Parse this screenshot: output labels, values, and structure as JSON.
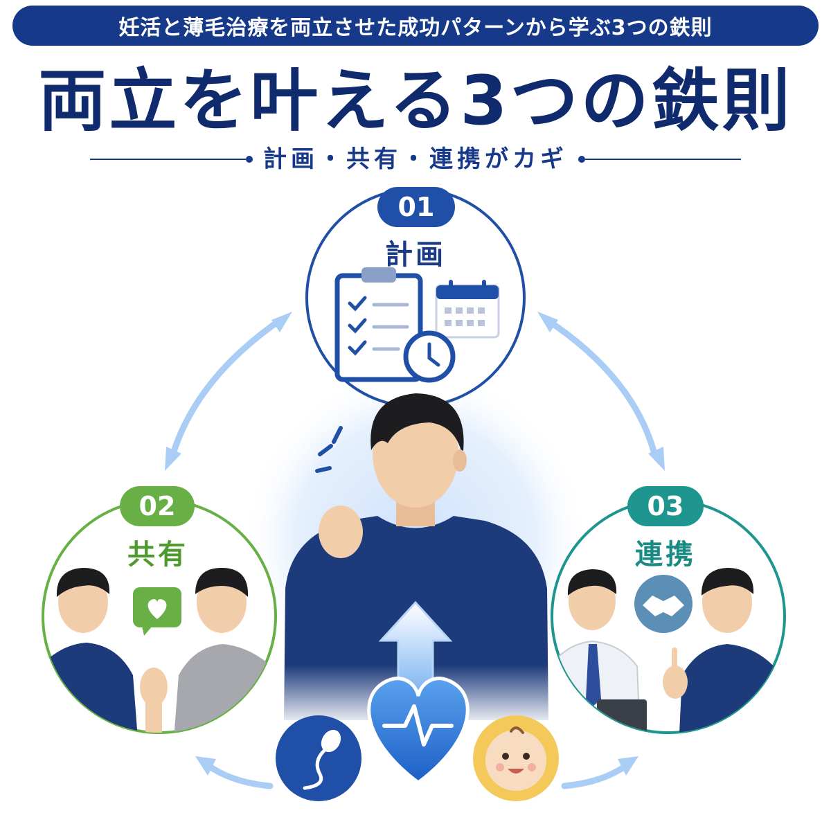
{
  "header": {
    "banner": "妊活と薄毛治療を両立させた成功パターンから学ぶ3つの鉄則",
    "title": "両立を叶える3つの鉄則",
    "subtitle": "計画・共有・連携がカギ"
  },
  "rules": [
    {
      "number": "01",
      "label": "計画",
      "icon": "clipboard-checklist-calendar-clock-icon"
    },
    {
      "number": "02",
      "label": "共有",
      "icon": "heart-speech-bubble-icon"
    },
    {
      "number": "03",
      "label": "連携",
      "icon": "handshake-icon"
    }
  ],
  "center_icons": [
    "sperm-icon",
    "heart-pulse-icon",
    "baby-face-icon",
    "up-arrow-icon"
  ],
  "colors": {
    "navy": "#16398a",
    "rule1": "#1f4fa6",
    "rule2": "#68b045",
    "rule3": "#1e968f",
    "arrow": "#a9cdf5",
    "baby": "#f4c95a"
  }
}
